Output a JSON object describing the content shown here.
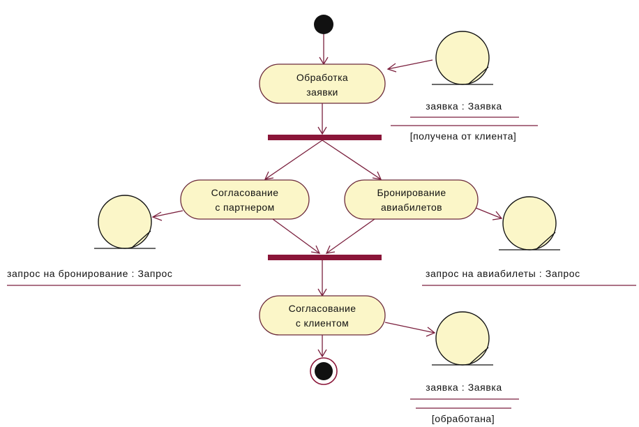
{
  "diagram": {
    "actions": {
      "process_request": [
        "Обработка",
        "заявки"
      ],
      "agree_partner": [
        "Согласование",
        "с партнером"
      ],
      "book_tickets": [
        "Бронирование",
        "авиабилетов"
      ],
      "agree_client": [
        "Согласование",
        "с клиентом"
      ]
    },
    "objects": {
      "request_received": {
        "label": "заявка : Заявка",
        "state": "[получена от клиента]"
      },
      "booking_request": {
        "label": "запрос на бронирование : Запрос"
      },
      "ticket_request": {
        "label": "запрос на авиабилеты : Запрос"
      },
      "request_processed": {
        "label": "заявка : Заявка",
        "state": "[обработана]"
      }
    },
    "colors": {
      "action_fill": "#fbf6c8",
      "edge": "#7a1f3d",
      "sync_bar": "#8a1538"
    }
  }
}
